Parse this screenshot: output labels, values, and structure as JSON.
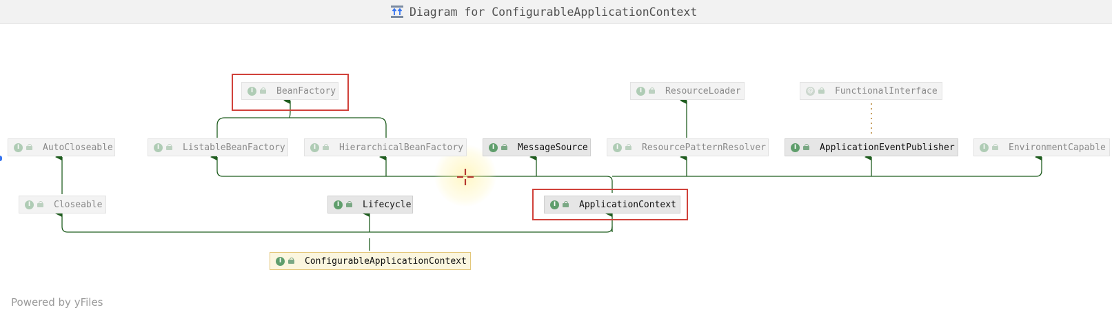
{
  "window": {
    "title": "Diagram for ConfigurableApplicationContext",
    "title_icon": "diagram-icon"
  },
  "footer": {
    "powered_by": "Powered by yFiles"
  },
  "colors": {
    "edge": "#1f5d1f",
    "highlight": "#d0413a",
    "interface_badge": "#5f9e6c",
    "root_border": "#e3c77a"
  },
  "nodes": {
    "bean_factory": {
      "label": "BeanFactory",
      "badge": "I",
      "icon": "interface-icon"
    },
    "resource_loader": {
      "label": "ResourceLoader",
      "badge": "I",
      "icon": "interface-icon"
    },
    "functional_interface": {
      "label": "FunctionalInterface",
      "badge": "@",
      "icon": "annotation-icon"
    },
    "auto_closeable": {
      "label": "AutoCloseable",
      "badge": "I",
      "icon": "interface-icon"
    },
    "listable_bean_factory": {
      "label": "ListableBeanFactory",
      "badge": "I",
      "icon": "interface-icon"
    },
    "hierarchical_bean_factory": {
      "label": "HierarchicalBeanFactory",
      "badge": "I",
      "icon": "interface-icon"
    },
    "message_source": {
      "label": "MessageSource",
      "badge": "I",
      "icon": "interface-icon"
    },
    "resource_pattern_resolver": {
      "label": "ResourcePatternResolver",
      "badge": "I",
      "icon": "interface-icon"
    },
    "application_event_publisher": {
      "label": "ApplicationEventPublisher",
      "badge": "I",
      "icon": "interface-icon"
    },
    "environment_capable": {
      "label": "EnvironmentCapable",
      "badge": "I",
      "icon": "interface-icon"
    },
    "closeable": {
      "label": "Closeable",
      "badge": "I",
      "icon": "interface-icon"
    },
    "lifecycle": {
      "label": "Lifecycle",
      "badge": "I",
      "icon": "interface-icon"
    },
    "application_context": {
      "label": "ApplicationContext",
      "badge": "I",
      "icon": "interface-icon"
    },
    "configurable_application_context": {
      "label": "ConfigurableApplicationContext",
      "badge": "I",
      "icon": "interface-icon"
    }
  },
  "edges": [
    {
      "from": "ListableBeanFactory",
      "to": "BeanFactory",
      "type": "extends"
    },
    {
      "from": "HierarchicalBeanFactory",
      "to": "BeanFactory",
      "type": "extends"
    },
    {
      "from": "ResourcePatternResolver",
      "to": "ResourceLoader",
      "type": "extends"
    },
    {
      "from": "ApplicationEventPublisher",
      "to": "FunctionalInterface",
      "type": "annotated"
    },
    {
      "from": "Closeable",
      "to": "AutoCloseable",
      "type": "extends"
    },
    {
      "from": "ApplicationContext",
      "to": "ListableBeanFactory",
      "type": "extends"
    },
    {
      "from": "ApplicationContext",
      "to": "HierarchicalBeanFactory",
      "type": "extends"
    },
    {
      "from": "ApplicationContext",
      "to": "MessageSource",
      "type": "extends"
    },
    {
      "from": "ApplicationContext",
      "to": "ResourcePatternResolver",
      "type": "extends"
    },
    {
      "from": "ApplicationContext",
      "to": "ApplicationEventPublisher",
      "type": "extends"
    },
    {
      "from": "ApplicationContext",
      "to": "EnvironmentCapable",
      "type": "extends"
    },
    {
      "from": "ConfigurableApplicationContext",
      "to": "Closeable",
      "type": "extends"
    },
    {
      "from": "ConfigurableApplicationContext",
      "to": "Lifecycle",
      "type": "extends"
    },
    {
      "from": "ConfigurableApplicationContext",
      "to": "ApplicationContext",
      "type": "extends"
    }
  ],
  "highlighted": [
    "BeanFactory",
    "ApplicationContext"
  ]
}
